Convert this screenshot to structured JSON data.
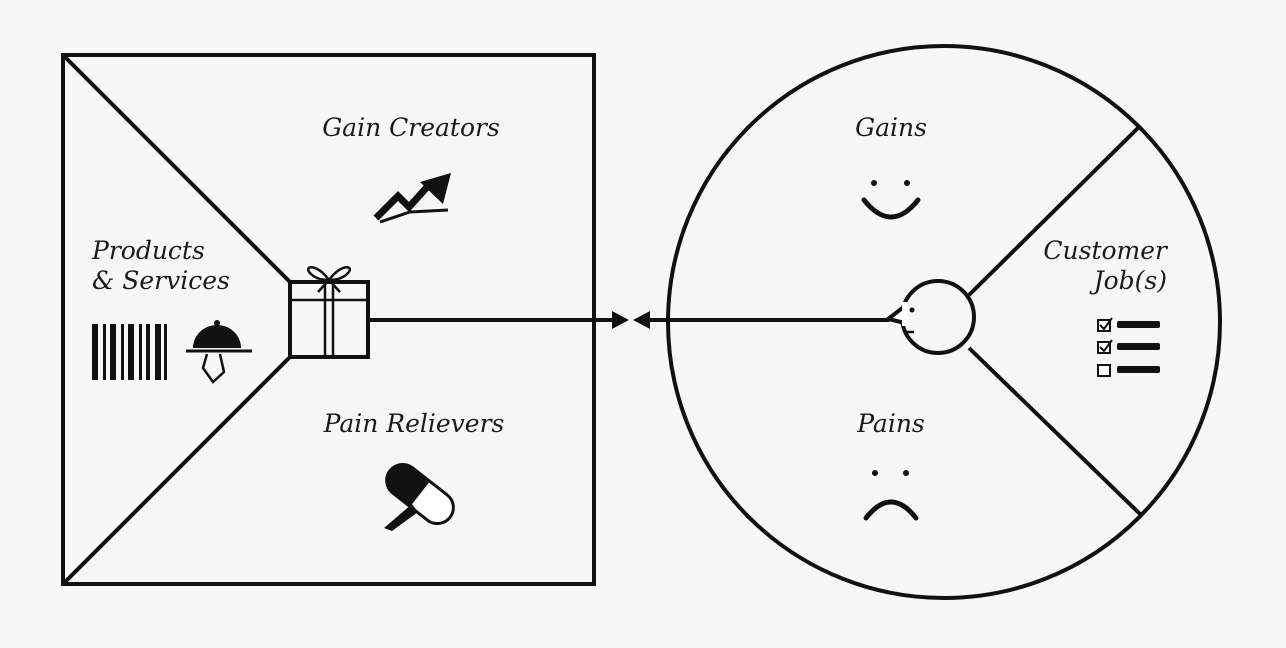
{
  "value_map": {
    "gain_creators": "Gain Creators",
    "products_services_line1": "Products",
    "products_services_line2": "& Services",
    "pain_relievers": "Pain Relievers"
  },
  "customer_profile": {
    "gains": "Gains",
    "customer_jobs_line1": "Customer",
    "customer_jobs_line2": "Job(s)",
    "pains": "Pains"
  },
  "icons": {
    "gain_creators": "rising-arrow-icon",
    "products": "barcode-icon",
    "services": "serving-cloche-icon",
    "value_proposition": "gift-box-icon",
    "pain_relievers": "pill-capsule-icon",
    "gains": "smile-face-icon",
    "pains": "frown-face-icon",
    "customer": "customer-head-icon",
    "customer_jobs": "checklist-icon",
    "fit": "fit-arrows-icon"
  },
  "colors": {
    "ink": "#111111",
    "background": "#f7f7f7"
  }
}
